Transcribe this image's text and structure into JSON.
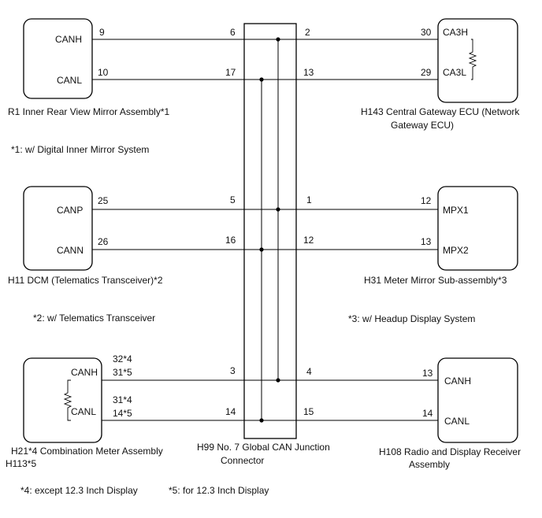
{
  "components": {
    "r1": {
      "title": "R1  Inner Rear View Mirror Assembly*1",
      "pin_a": "CANH",
      "pin_b": "CANL",
      "num_a": "9",
      "num_b": "10"
    },
    "h143": {
      "title_line1": "H143  Central Gateway ECU (Network",
      "title_line2": "Gateway ECU)",
      "pin_a": "CA3H",
      "pin_b": "CA3L",
      "num_a": "30",
      "num_b": "29"
    },
    "h11": {
      "title": "H11  DCM (Telematics Transceiver)*2",
      "pin_a": "CANP",
      "pin_b": "CANN",
      "num_a": "25",
      "num_b": "26"
    },
    "h31": {
      "title": "H31  Meter Mirror Sub-assembly*3",
      "pin_a": "MPX1",
      "pin_b": "MPX2",
      "num_a": "12",
      "num_b": "13"
    },
    "h21": {
      "title_line1": "H21*4  Combination Meter Assembly",
      "title_line2": "H113*5",
      "pin_a": "CANH",
      "pin_b": "CANL",
      "num_a1": "32*4",
      "num_a2": "31*5",
      "num_b1": "31*4",
      "num_b2": "14*5"
    },
    "h108": {
      "title_line1": "H108  Radio and Display Receiver",
      "title_line2": "Assembly",
      "pin_a": "CANH",
      "pin_b": "CANL",
      "num_a": "13",
      "num_b": "14"
    },
    "h99": {
      "title_line1": "H99  No. 7 Global CAN Junction",
      "title_line2": "Connector",
      "left_pins": [
        "6",
        "17",
        "5",
        "16",
        "3",
        "14"
      ],
      "right_pins": [
        "2",
        "13",
        "1",
        "12",
        "4",
        "15"
      ]
    }
  },
  "notes": {
    "n1": "*1: w/ Digital Inner Mirror System",
    "n2": "*2: w/ Telematics Transceiver",
    "n3": "*3: w/ Headup Display System",
    "n4": "*4: except 12.3 Inch Display",
    "n5": "*5: for 12.3 Inch Display"
  }
}
